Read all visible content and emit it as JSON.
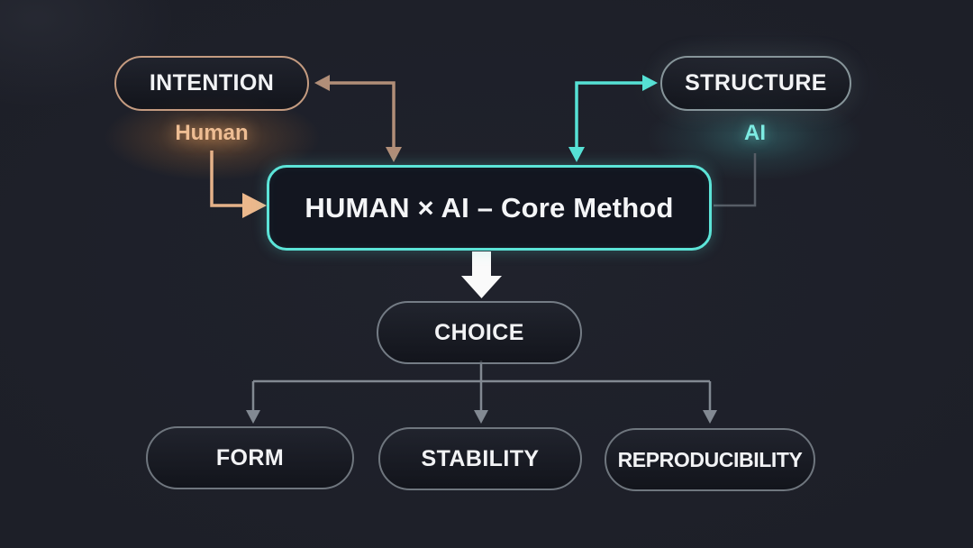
{
  "title": "Human × AI core method flow diagram",
  "nodes": {
    "intention": {
      "label": "INTENTION",
      "sublabel": "Human"
    },
    "structure": {
      "label": "STRUCTURE",
      "sublabel": "AI"
    },
    "core": {
      "label": "HUMAN × AI – Core Method"
    },
    "choice": {
      "label": "CHOICE"
    },
    "outputs": [
      {
        "label": "FORM"
      },
      {
        "label": "STABILITY"
      },
      {
        "label": "REPRODUCIBILITY"
      }
    ]
  },
  "edges": [
    {
      "id": "core-intention",
      "from": "core",
      "to": "intention",
      "color": "#b18e78",
      "arrowheads": [
        "into-intention",
        "into-core"
      ]
    },
    {
      "id": "core-structure",
      "from": "core",
      "to": "structure",
      "color": "#56e1d5",
      "arrowheads": [
        "into-structure",
        "into-core"
      ]
    },
    {
      "id": "human-core",
      "from": "intention-sublabel",
      "to": "core",
      "color": "#e5b289",
      "arrowheads": [
        "into-core"
      ]
    },
    {
      "id": "ai-core",
      "from": "structure-sublabel",
      "to": "core",
      "color": "#575d66",
      "arrowheads": []
    },
    {
      "id": "core-choice",
      "from": "core",
      "to": "choice",
      "color": "#fafafa",
      "arrowheads": [
        "into-choice"
      ]
    },
    {
      "id": "choice-form",
      "from": "choice",
      "to": "FORM",
      "color": "#828992",
      "arrowheads": [
        "into-form"
      ]
    },
    {
      "id": "choice-stability",
      "from": "choice",
      "to": "STABILITY",
      "color": "#828992",
      "arrowheads": [
        "into-stability"
      ]
    },
    {
      "id": "choice-reproducibility",
      "from": "choice",
      "to": "REPRODUCIBILITY",
      "color": "#828992",
      "arrowheads": [
        "into-reproducibility"
      ]
    }
  ],
  "colors": {
    "background": "#1d1f28",
    "intention_border": "#c49b80",
    "structure_border": "#87959a",
    "core_border": "#5ce4d8",
    "gray_border": "#6f767e",
    "human_text": "#eebd93",
    "ai_text": "#7debe2",
    "tan_line": "#b18e78",
    "peach_arrow": "#e5b289",
    "cyan_line": "#56e1d5",
    "ai_line": "#575d66",
    "branch_line": "#828992",
    "label_text": "#f2f3f5"
  }
}
